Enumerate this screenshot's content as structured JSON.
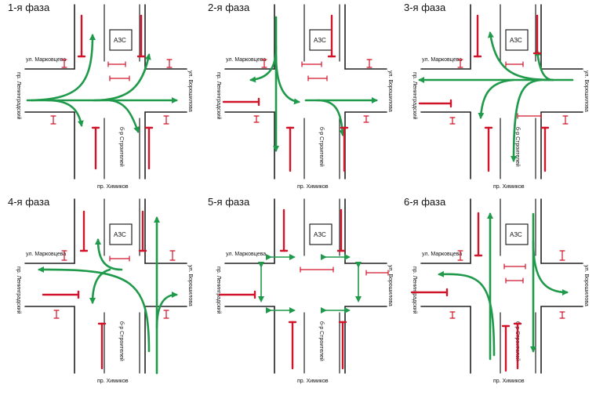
{
  "colors": {
    "road": "#222222",
    "green_flow": "#1f9a4a",
    "red_flow": "#d0152b"
  },
  "labels": {
    "street_top": "ул. Марковцева",
    "street_left": "пр. Ленинградский",
    "street_right": "ул. Ворошилова",
    "street_bottom_center": "б-р Строителей",
    "street_bottom": "пр. Химиков",
    "station": "АЗС"
  },
  "phases": [
    {
      "title": "1-я фаза",
      "green_arrows": [
        "left-to-right-through",
        "left-turn-up",
        "left-turn-down-near",
        "left-turn-down-far",
        "left-turn-up-far"
      ]
    },
    {
      "title": "2-я фаза",
      "green_arrows": [
        "top-to-bottom-through",
        "top-turn-left",
        "top-turn-right",
        "right-side-turn-down"
      ]
    },
    {
      "title": "3-я фаза",
      "green_arrows": [
        "right-to-left-through",
        "right-turn-up",
        "right-turn-down-near",
        "right-turn-down-far",
        "right-turn-up-far"
      ]
    },
    {
      "title": "4-я фаза",
      "green_arrows": [
        "bottom-to-top-through",
        "bottom-turn-left",
        "bottom-turn-right",
        "left-side-turn-up"
      ]
    },
    {
      "title": "5-я фаза",
      "green_arrows": [
        "pedestrian-crossings"
      ]
    },
    {
      "title": "6-я фаза",
      "green_arrows": [
        "bottom-to-top-left",
        "top-to-bottom-right",
        "turn-left-from-bottom",
        "turn-right-from-top"
      ]
    }
  ]
}
